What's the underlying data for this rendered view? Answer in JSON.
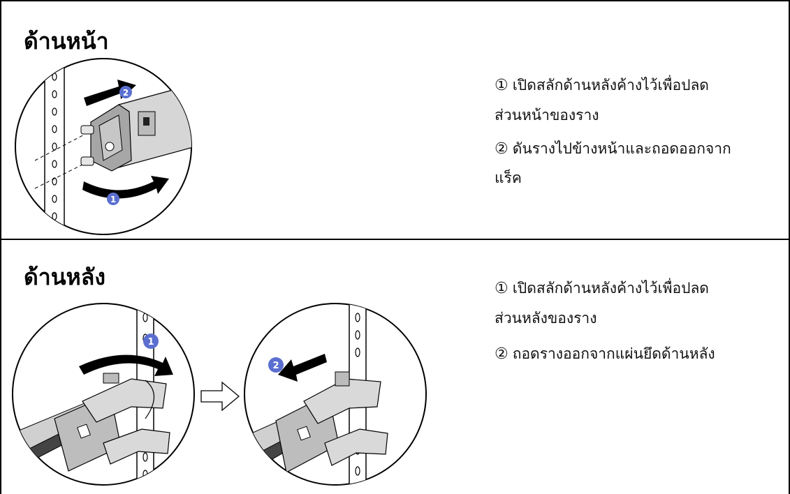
{
  "front": {
    "title": "ด้านหน้า",
    "step1_num": "①",
    "step1_text": "เปิดสลักด้านหลังค้างไว้เพื่อปลด",
    "step1_cont": "ส่วนหน้าของราง",
    "step2_num": "②",
    "step2_text": "ดันรางไปข้างหน้าและถอดออกจาก",
    "step2_cont": "แร็ค",
    "badge1": "1",
    "badge2": "2"
  },
  "rear": {
    "title": "ด้านหลัง",
    "step1_num": "①",
    "step1_text": "เปิดสลักด้านหลังค้างไว้เพื่อปลด",
    "step1_cont": "ส่วนหลังของราง",
    "step2_num": "②",
    "step2_text": "ถอดรางออกจากแผ่นยึดด้านหลัง",
    "badge1": "1",
    "badge2": "2"
  },
  "colors": {
    "badge": "#5b6fd0",
    "metal": "#9a9a9a",
    "border": "#000000"
  }
}
